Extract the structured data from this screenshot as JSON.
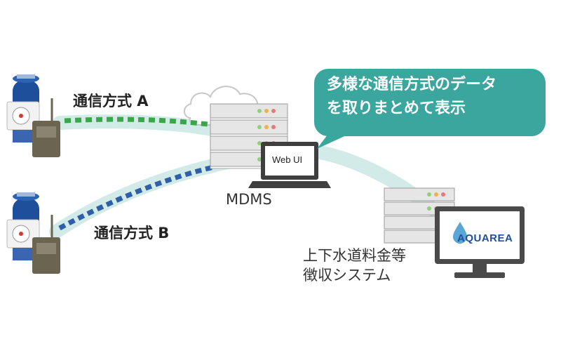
{
  "callout": {
    "line1": "多様な通信方式のデータ",
    "line2": "を取りまとめて表示"
  },
  "links": {
    "a": "通信方式 A",
    "b": "通信方式 B"
  },
  "mdms": "MDMS",
  "webui": "Web UI",
  "billing": {
    "line1": "上下水道料金等",
    "line2": "徴収システム"
  },
  "brand": "AQUAREA",
  "colors": {
    "callout_teal": "#3aa69e",
    "flow_band": "#cfe9e6",
    "dash_green": "#3aa84a",
    "dash_blue": "#2f5fa8",
    "meter_blue": "#1e4f9a",
    "module_brown": "#6b6450",
    "server_grey": "#c9c9c9"
  }
}
